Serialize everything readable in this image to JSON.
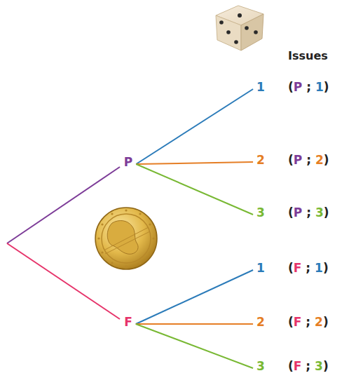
{
  "diagram": {
    "nodes": [
      {
        "text": [
          "P"
        ]
      },
      {
        "text": [
          "1"
        ]
      },
      {
        "text": [
          "2"
        ]
      },
      {
        "text": [
          "3"
        ]
      },
      {
        "text": [
          "F"
        ]
      },
      {
        "text": [
          "1"
        ]
      },
      {
        "text": [
          "2"
        ]
      },
      {
        "text": [
          "3"
        ]
      }
    ],
    "edges": [
      {
        "from": 0,
        "to": 1,
        "arrow": "none"
      },
      {
        "from": 0,
        "to": 2,
        "arrow": "none"
      },
      {
        "from": 0,
        "to": 3,
        "arrow": "none"
      },
      {
        "from": 4,
        "to": 5,
        "arrow": "none"
      },
      {
        "from": 4,
        "to": 6,
        "arrow": "none"
      },
      {
        "from": 4,
        "to": 7,
        "arrow": "none"
      }
    ],
    "labels": [
      "Issues",
      "(P ; 1)",
      "(P ; 2)",
      "(P ; 3)",
      "(F ; 1)",
      "(F ; 2)",
      "(F ; 3)"
    ]
  }
}
